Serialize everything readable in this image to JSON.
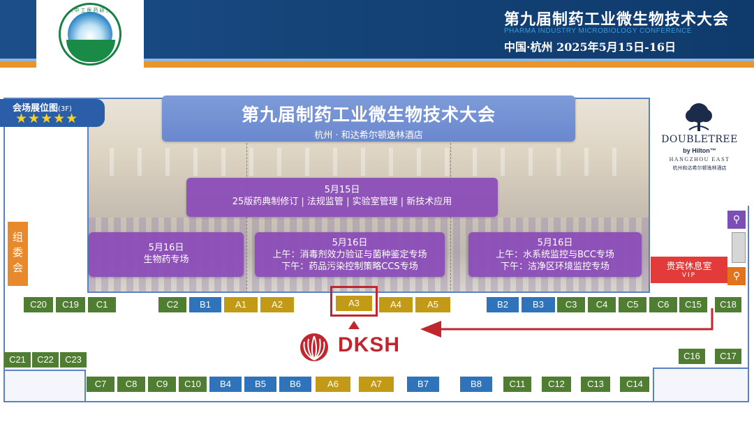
{
  "header": {
    "title": "第九届制药工业微生物技术大会",
    "subtitle_en": "PHARMA INDUSTRY MICROBIOLOGY CONFERENCE",
    "location_date": "中国·杭州   2025年5月15日-16日",
    "logo_ring_text": "北京中工医药研究院"
  },
  "map": {
    "section_title": "会场展位图",
    "section_floor": "(3F)",
    "stars": "★★★★★",
    "banner_title": "第九届制药工业微生物技术大会",
    "banner_venue": "杭州 · 和达希尔顿逸林酒店",
    "organizer": [
      "组",
      "委",
      "会"
    ],
    "vip_label": "贵宾休息室",
    "vip_en": "VIP",
    "hotel": {
      "name": "DOUBLETREE",
      "by": "by Hilton™",
      "city": "HANGZHOU EAST",
      "cn": "杭州和达希尔顿逸林酒店"
    },
    "exhibitor": "DKSH"
  },
  "sessions": {
    "main": {
      "date": "5月15日",
      "topic": "25版药典制修订 | 法规监管 | 实验室管理 | 新技术应用"
    },
    "left": {
      "date": "5月16日",
      "topic": "生物药专场"
    },
    "mid": {
      "date": "5月16日",
      "am": "上午：消毒剂效力验证与菌种鉴定专场",
      "pm": "下午：药品污染控制策略CCS专场"
    },
    "right": {
      "date": "5月16日",
      "am": "上午：水系统监控与BCC专场",
      "pm": "下午：洁净区环境监控专场"
    }
  },
  "booths": {
    "row_top": [
      "C20",
      "C19",
      "C1",
      "C2",
      "B1",
      "A1",
      "A2",
      "A3",
      "A4",
      "A5",
      "B2",
      "B3",
      "C3",
      "C4",
      "C5",
      "C6",
      "C15",
      "C18"
    ],
    "row_left": [
      "C21",
      "C22",
      "C23"
    ],
    "row_right": [
      "C16",
      "C17"
    ],
    "row_bottom": [
      "C7",
      "C8",
      "C9",
      "C10",
      "B4",
      "B5",
      "B6",
      "A6",
      "A7",
      "B7",
      "B8",
      "C11",
      "C12",
      "C13",
      "C14"
    ],
    "highlighted": "A3"
  },
  "colors": {
    "header_blue": "#154479",
    "accent_orange": "#e8962c",
    "booth_c": "#4f7d32",
    "booth_b": "#2f74bb",
    "booth_a": "#c39a16",
    "session_purple": "#8a4ab8",
    "dksh_red": "#c0262e"
  }
}
